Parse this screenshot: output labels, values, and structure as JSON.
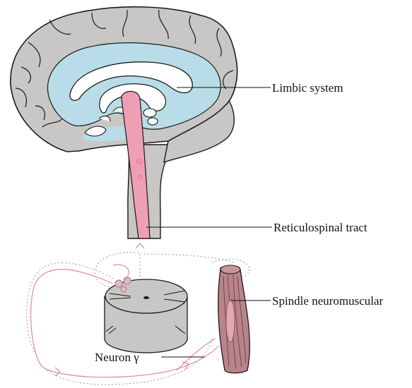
{
  "labels": {
    "limbic": "Limbic system",
    "reticulospinal": "Reticulospinal tract",
    "spindle": "Spindle neuromuscular",
    "neuron": "Neuron γ"
  },
  "colors": {
    "brain_fill": "#c9c7c5",
    "limbic_blue": "#b8dde8",
    "tract_pink": "#ef9fb3",
    "muscle": "#b9838c",
    "pathway_pink": "#e0899f",
    "outline": "#1a1a1a"
  }
}
